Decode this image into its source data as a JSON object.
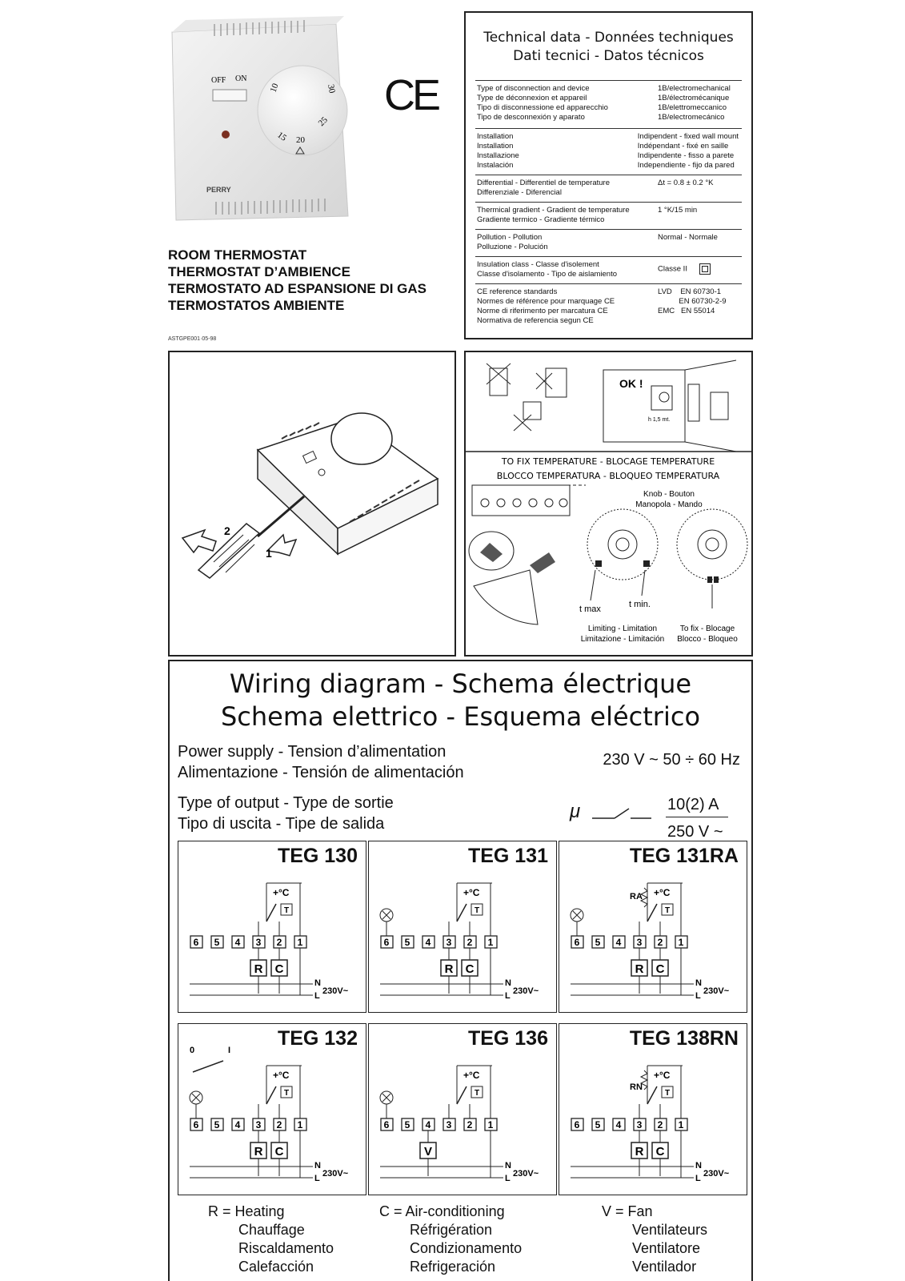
{
  "product": {
    "photo_labels": {
      "off": "OFF",
      "on": "ON",
      "brand": "PERRY",
      "scale": [
        "10",
        "15",
        "20",
        "25",
        "30"
      ]
    },
    "ce_mark": "CE",
    "titles": [
      "ROOM THERMOSTAT",
      "THERMOSTAT D’AMBIENCE",
      "TERMOSTATO AD ESPANSIONE DI GAS",
      "TERMOSTATOS AMBIENTE"
    ],
    "doc_code": "ASTGPE001·05-98"
  },
  "tech": {
    "title": [
      "Technical data - Données techniques",
      "Dati tecnici - Datos técnicos"
    ],
    "rows": [
      {
        "left": [
          "Type of disconnection and device",
          "Type de déconnexion et appareil",
          "Tipo di disconnessione ed apparecchio",
          "Tipo de desconnexión y aparato"
        ],
        "right": [
          "1B/electromechanical",
          "1B/électromécanique",
          "1B/elettromeccanico",
          "1B/electromecánico"
        ]
      },
      {
        "left": [
          "Installation",
          "Installation",
          "Installazione",
          "Instalación"
        ],
        "right": [
          "Indipendent - fixed wall mount",
          "Indépendant - fixé en saille",
          "Indipendente - fisso a parete",
          "Independiente - fijo da pared"
        ]
      },
      {
        "left": [
          "Differential - Differentiel de temperature",
          "Differenziale - Diferencial"
        ],
        "right": [
          "Δt = 0.8 ± 0.2 °K"
        ]
      },
      {
        "left": [
          "Thermical gradient - Gradient de temperature",
          "Gradiente termico - Gradiente térmico"
        ],
        "right": [
          "1 °K/15 min"
        ]
      },
      {
        "left": [
          "Pollution - Pollution",
          "Polluzione - Polución"
        ],
        "right": [
          "Normal - Normale"
        ]
      },
      {
        "left": [
          "Insulation class - Classe d'isolement",
          "Classe d'isolamento - Tipo de aislamiento"
        ],
        "right": [
          "Classe II"
        ]
      },
      {
        "left": [
          "CE reference standards",
          "Normes de référence pour marquage CE",
          "Norme di riferimento per marcatura CE",
          "Normativa de referencia segun CE"
        ],
        "right": [
          "LVD    EN 60730-1",
          "          EN 60730-2-9",
          "EMC   EN 55014"
        ]
      }
    ]
  },
  "screw": {
    "step1": "1",
    "step2": "2"
  },
  "install": {
    "ok": "OK !",
    "height": "h 1,5 mt.",
    "fix_title": [
      "TO FIX TEMPERATURE - BLOCAGE TEMPERATURE",
      "BLOCCO TEMPERATURA - BLOQUEO TEMPERATURA"
    ],
    "knob": [
      "Knob - Bouton",
      "Manopola - Mando"
    ],
    "t_max": "t max",
    "t_min": "t min.",
    "limiting": [
      "Limiting - Limitation",
      "Limitazione - Limitación"
    ],
    "to_fix": [
      "To fix - Blocage",
      "Blocco - Bloqueo"
    ]
  },
  "wiring": {
    "title": [
      "Wiring diagram - Schema électrique",
      "Schema elettrico - Esquema eléctrico"
    ],
    "power_label": [
      "Power supply - Tension d’alimentation",
      "Alimentazione - Tensión de alimentación"
    ],
    "power_value": "230 V ~ 50 ÷ 60 Hz",
    "output_label": [
      "Type of output - Type de sortie",
      "Tipo di uscita - Tipe de salida"
    ],
    "output_symbol": "μ",
    "output_current": "10(2) A",
    "output_voltage": "250 V ~",
    "diagrams": [
      {
        "name": "TEG 130"
      },
      {
        "name": "TEG 131"
      },
      {
        "name": "TEG 131RA",
        "extra": "RA"
      },
      {
        "name": "TEG 132",
        "extra_off": "0",
        "extra_on": "I"
      },
      {
        "name": "TEG 136"
      },
      {
        "name": "TEG 138RN",
        "extra": "RN"
      }
    ],
    "terminals": [
      "6",
      "5",
      "4",
      "3",
      "2",
      "1"
    ],
    "sensor": "+°C",
    "sensor_t": "T",
    "r": "R",
    "c": "C",
    "v": "V",
    "n": "N",
    "l": "L",
    "supply": "230V~",
    "legend": {
      "r": [
        "R = Heating",
        "Chauffage",
        "Riscaldamento",
        "Calefacción"
      ],
      "c": [
        "C = Air-conditioning",
        "Réfrigération",
        "Condizionamento",
        "Refrigeración"
      ],
      "v": [
        "V = Fan",
        "Ventilateurs",
        "Ventilatore",
        "Ventilador"
      ]
    }
  }
}
